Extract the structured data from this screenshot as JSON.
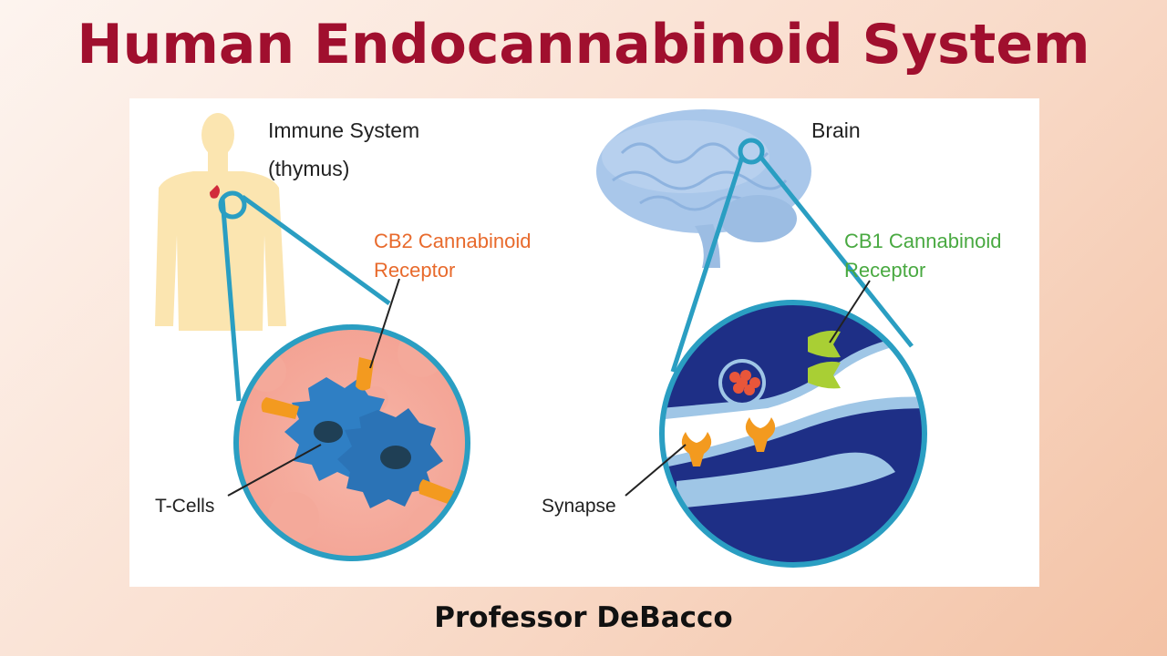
{
  "title": "Human Endocannabinoid System",
  "footer": "Professor DeBacco",
  "diagram": {
    "left": {
      "heading_line1": "Immune System",
      "heading_line2": "(thymus)",
      "receptor_line1": "CB2 Cannabinoid",
      "receptor_line2": "Receptor",
      "cells_label": "T-Cells"
    },
    "right": {
      "heading": "Brain",
      "receptor_line1": "CB1 Cannabinoid",
      "receptor_line2": "Receptor",
      "synapse_label": "Synapse"
    }
  },
  "colors": {
    "title": "#a00f2e",
    "cb2_label": "#e86a2c",
    "cb1_label": "#49a941",
    "magnifier_ring": "#2a9ec2",
    "body_silhouette": "#fbe5b0",
    "brain": "#9cbde3",
    "t_cell": "#2f7fc4",
    "neuron": "#1e2f86"
  },
  "icons": [
    "human-body-silhouette",
    "brain-icon",
    "t-cell-icon",
    "neuron-synapse-icon",
    "vesicle-icon",
    "receptor-icon"
  ]
}
